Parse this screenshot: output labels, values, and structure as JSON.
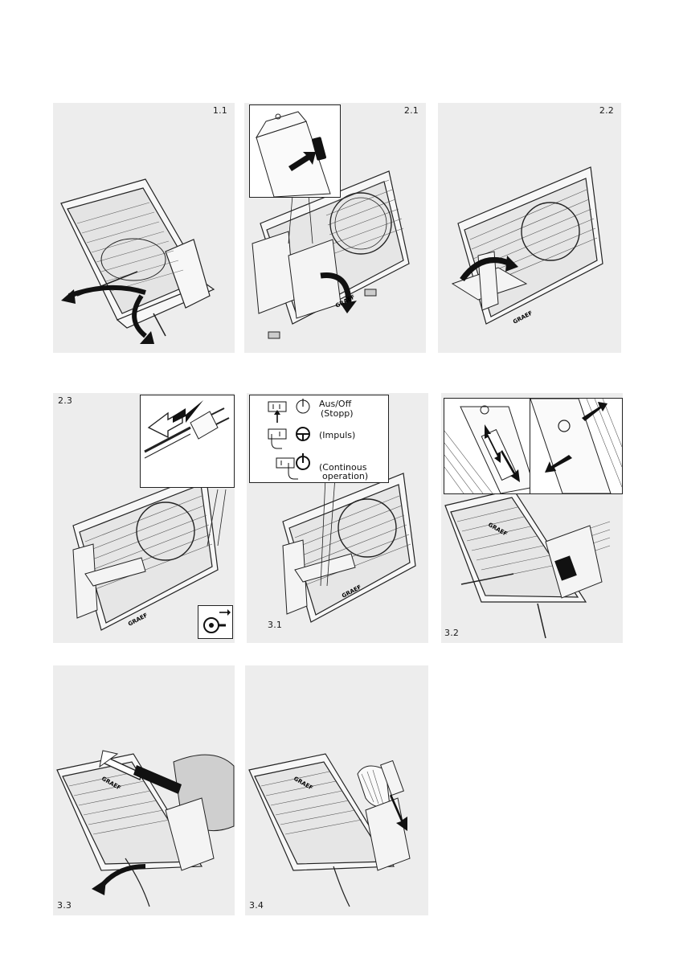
{
  "panels": {
    "p11": {
      "label": "1.1"
    },
    "p21": {
      "label": "2.1"
    },
    "p22": {
      "label": "2.2"
    },
    "p23": {
      "label": "2.3"
    },
    "p31": {
      "label": "3.1"
    },
    "p32": {
      "label": "3.2"
    },
    "p33": {
      "label": "3.3"
    },
    "p34": {
      "label": "3.4"
    }
  },
  "switch_legend": {
    "off_line1": "Aus/Off",
    "off_line2": "(Stopp)",
    "impulse": "(Impuls)",
    "continuous_line1": "(Continous",
    "continuous_line2": "operation)"
  },
  "brand": "GRAEF"
}
